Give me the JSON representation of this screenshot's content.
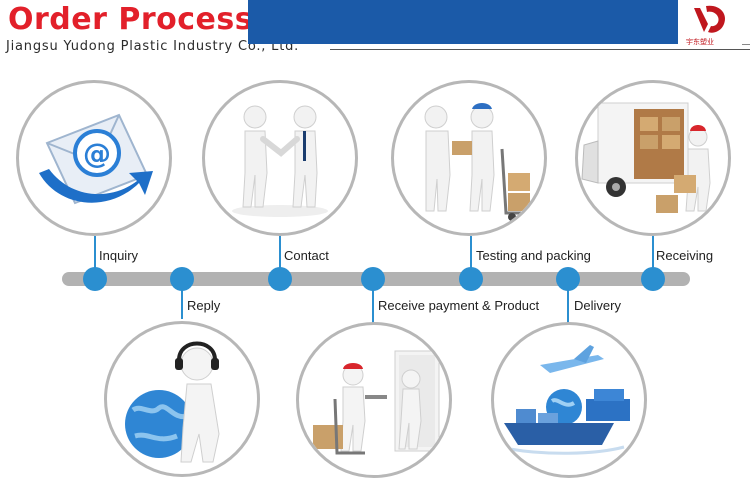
{
  "header": {
    "title": "Order Process",
    "subtitle": "Jiangsu Yudong Plastic Industry Co., Ltd.",
    "logo_text": "宇东塑业",
    "brand_color": "#1b5aa8",
    "title_color": "#e2202a"
  },
  "timeline": {
    "accent_color": "#2b8fd0",
    "steps": [
      {
        "label": "Inquiry",
        "icon": "email-icon"
      },
      {
        "label": "Reply",
        "icon": "customer-service-icon"
      },
      {
        "label": "Contact",
        "icon": "handshake-icon"
      },
      {
        "label": "Receive payment & Product",
        "icon": "courier-delivery-icon"
      },
      {
        "label": "Testing and packing",
        "icon": "package-handover-icon"
      },
      {
        "label": "Delivery",
        "icon": "shipping-transport-icon"
      },
      {
        "label": "Receiving",
        "icon": "delivery-truck-icon"
      }
    ]
  }
}
